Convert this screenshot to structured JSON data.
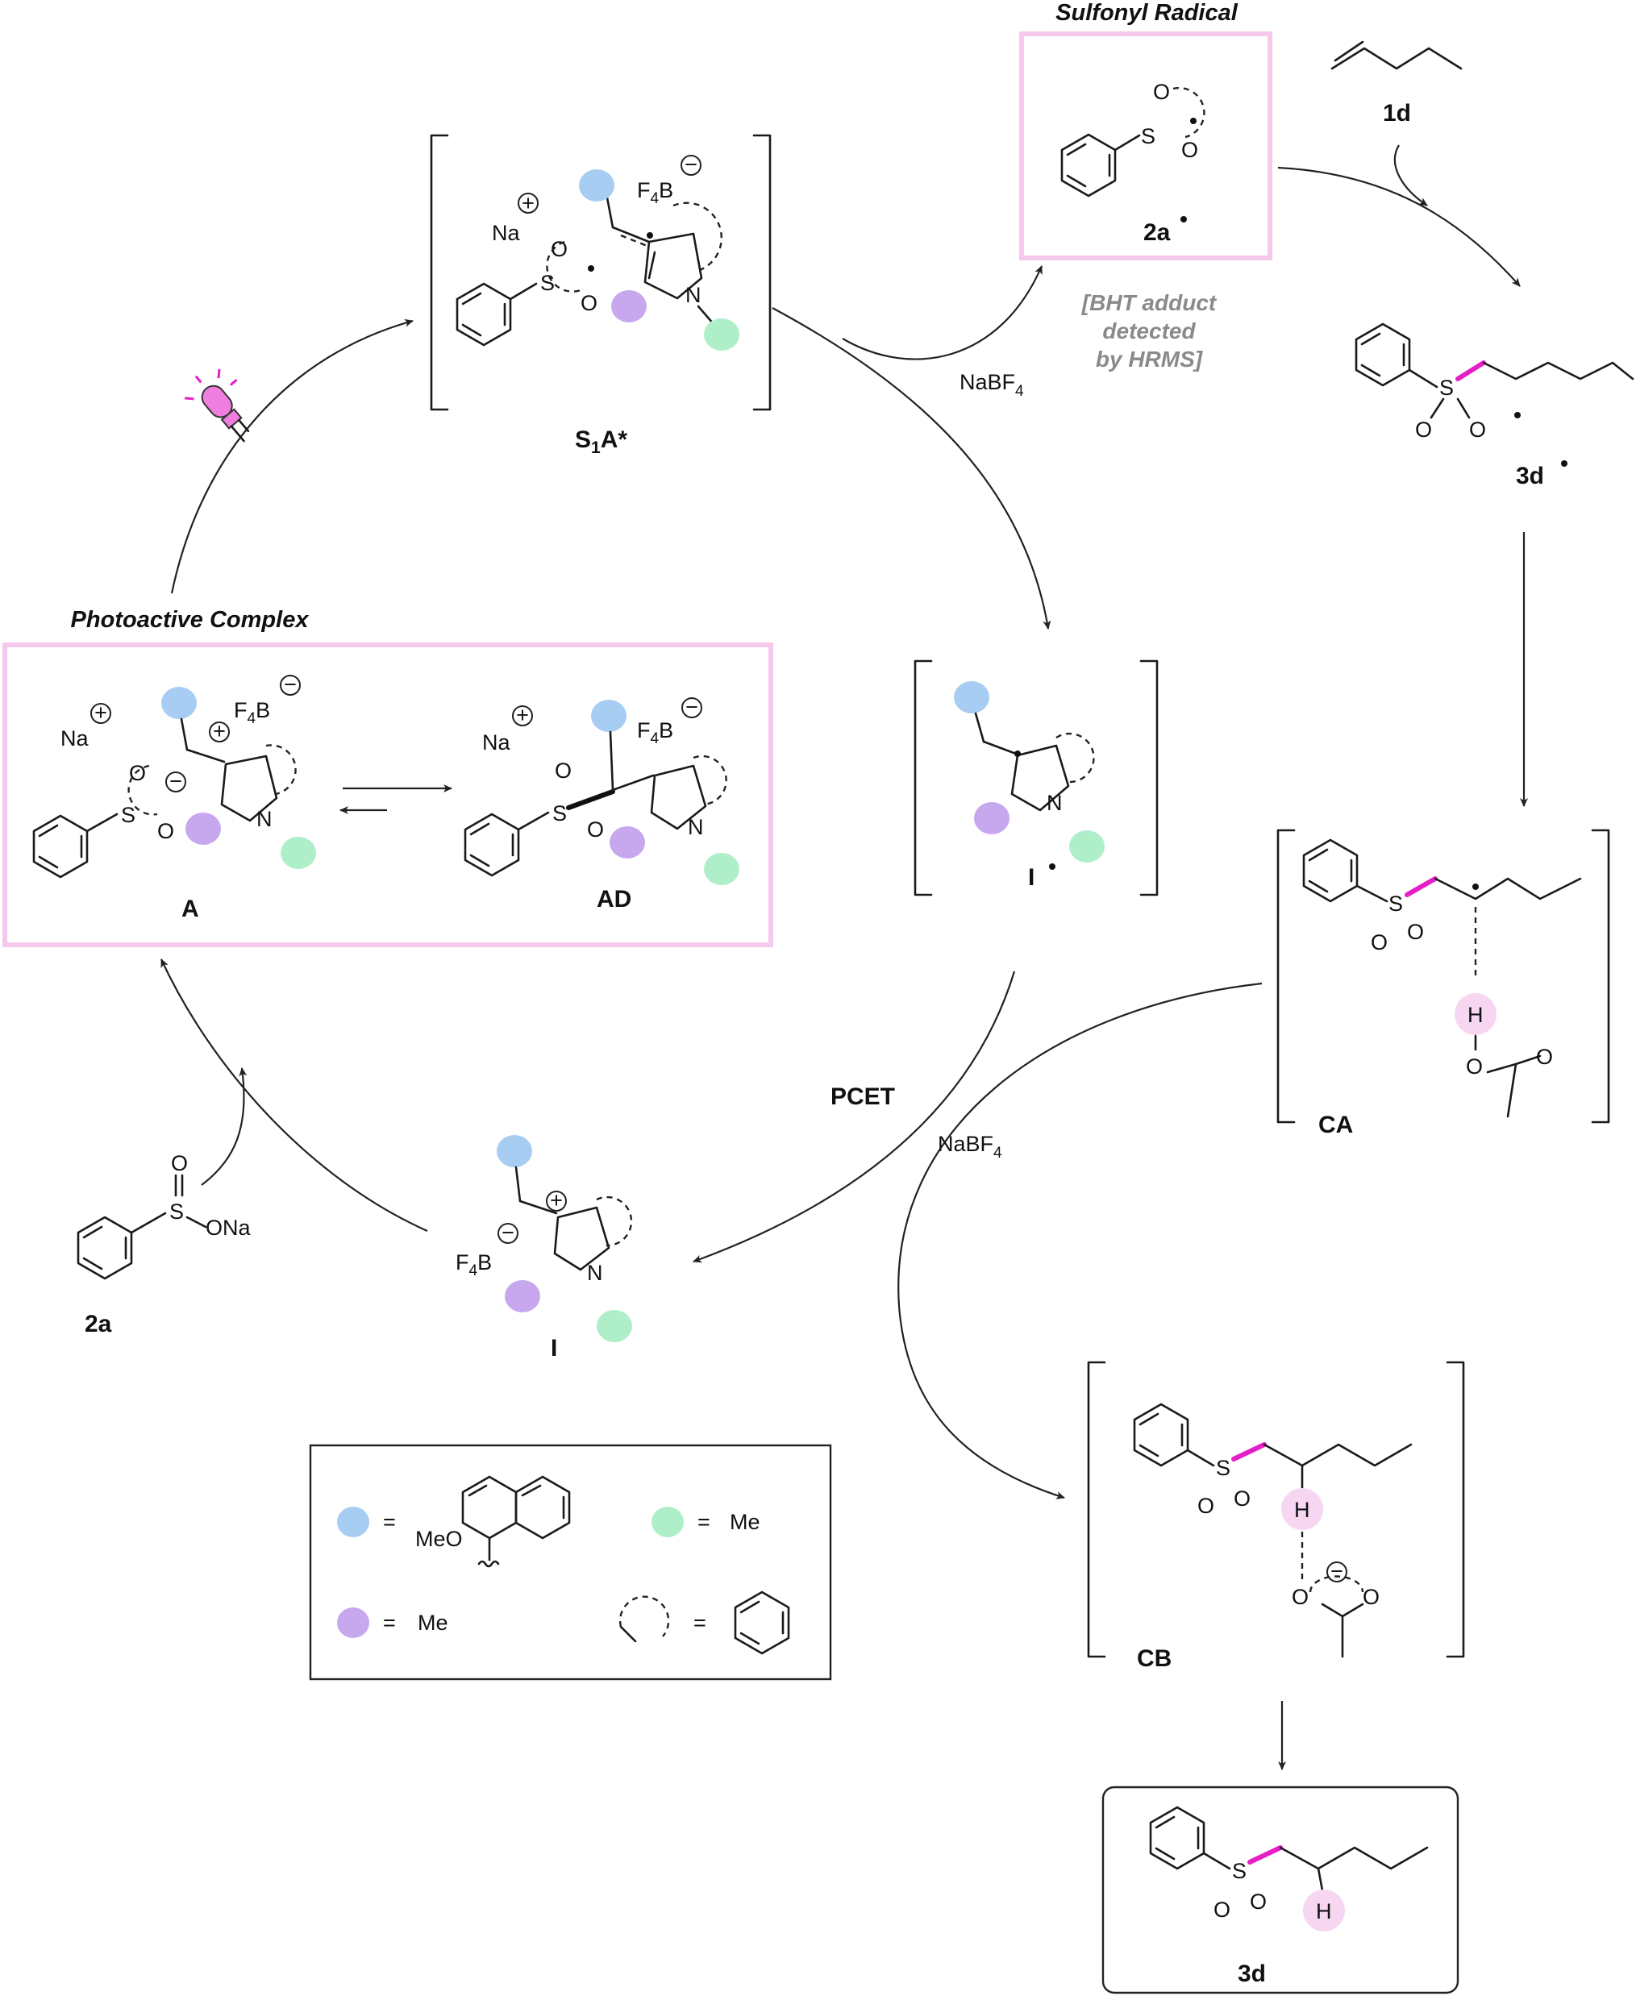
{
  "titles": {
    "sulfonyl_radical": "Sulfonyl Radical",
    "photoactive_complex": "Photoactive Complex"
  },
  "notes": {
    "bht_line1": "[BHT adduct",
    "bht_line2": "detected",
    "bht_line3": "by HRMS]"
  },
  "reagents": {
    "nabf4_top": "NaBF",
    "nabf4_top_sub": "4",
    "nabf4_mid": "NaBF",
    "nabf4_mid_sub": "4",
    "pcet": "PCET"
  },
  "compounds": {
    "s1a": "S",
    "s1a_sub": "1",
    "s1a_rest": "A*",
    "c2a_radical": "2a",
    "c1d": "1d",
    "c3d_radical": "3d",
    "cI_radical": "I",
    "cA": "A",
    "cAD": "AD",
    "cCA": "CA",
    "cCB": "CB",
    "cI_cation": "I",
    "c2a_salt": "2a",
    "c3d_product": "3d"
  },
  "atoms": {
    "na": "Na",
    "f4b": "F",
    "f4b_sub": "4",
    "f4b_b": "B",
    "n": "N",
    "s": "S",
    "o": "O",
    "h": "H",
    "ona": "ONa",
    "plus": "+",
    "minus": "−"
  },
  "legend": {
    "blue_eq": "=",
    "blue_group": "MeO",
    "green_eq": "=",
    "green_group": "Me",
    "purple_eq": "=",
    "purple_group": "Me",
    "ring_eq": "="
  },
  "colors": {
    "blue": "#a8cdf2",
    "purple": "#c7a8ee",
    "green": "#aeefc9",
    "pink_box": "#f6c8ec",
    "magenta_bond": "#e61ec8",
    "h_highlight": "#f7d6f1",
    "bulb": "#f07de0"
  }
}
